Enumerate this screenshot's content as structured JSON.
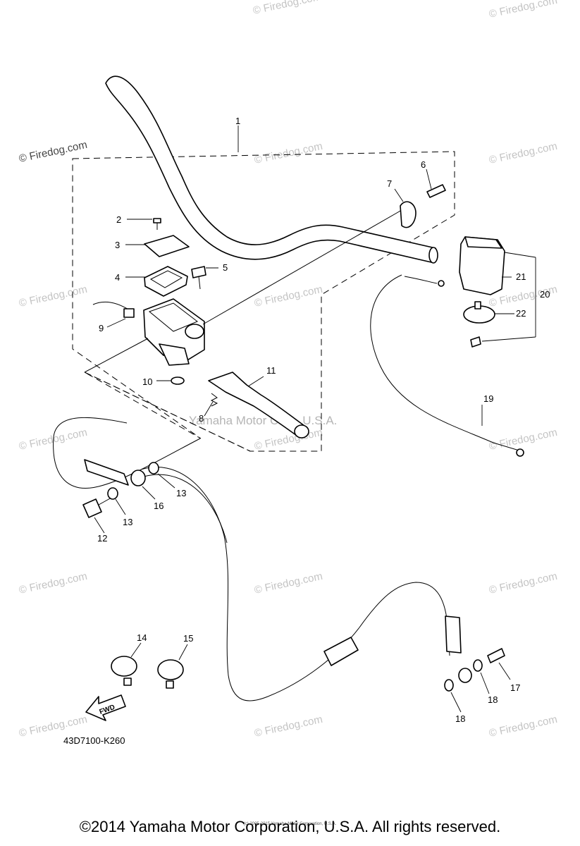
{
  "diagram": {
    "code": "43D7100-K260",
    "fwd_label": "FWD",
    "center_watermark": "Yamaha Motor Corp. U.S.A.",
    "watermark_text": "© Firedog.com",
    "footer": "©2014 Yamaha Motor Corporation, U.S.A. All rights reserved.",
    "footer_small": "(c) 2005-2015 Yamaha Motor Corporation, U.S.A.",
    "callouts": [
      "1",
      "2",
      "3",
      "4",
      "5",
      "6",
      "7",
      "8",
      "9",
      "10",
      "11",
      "12",
      "13",
      "13",
      "14",
      "15",
      "16",
      "17",
      "18",
      "18",
      "19",
      "20",
      "21",
      "22"
    ]
  }
}
